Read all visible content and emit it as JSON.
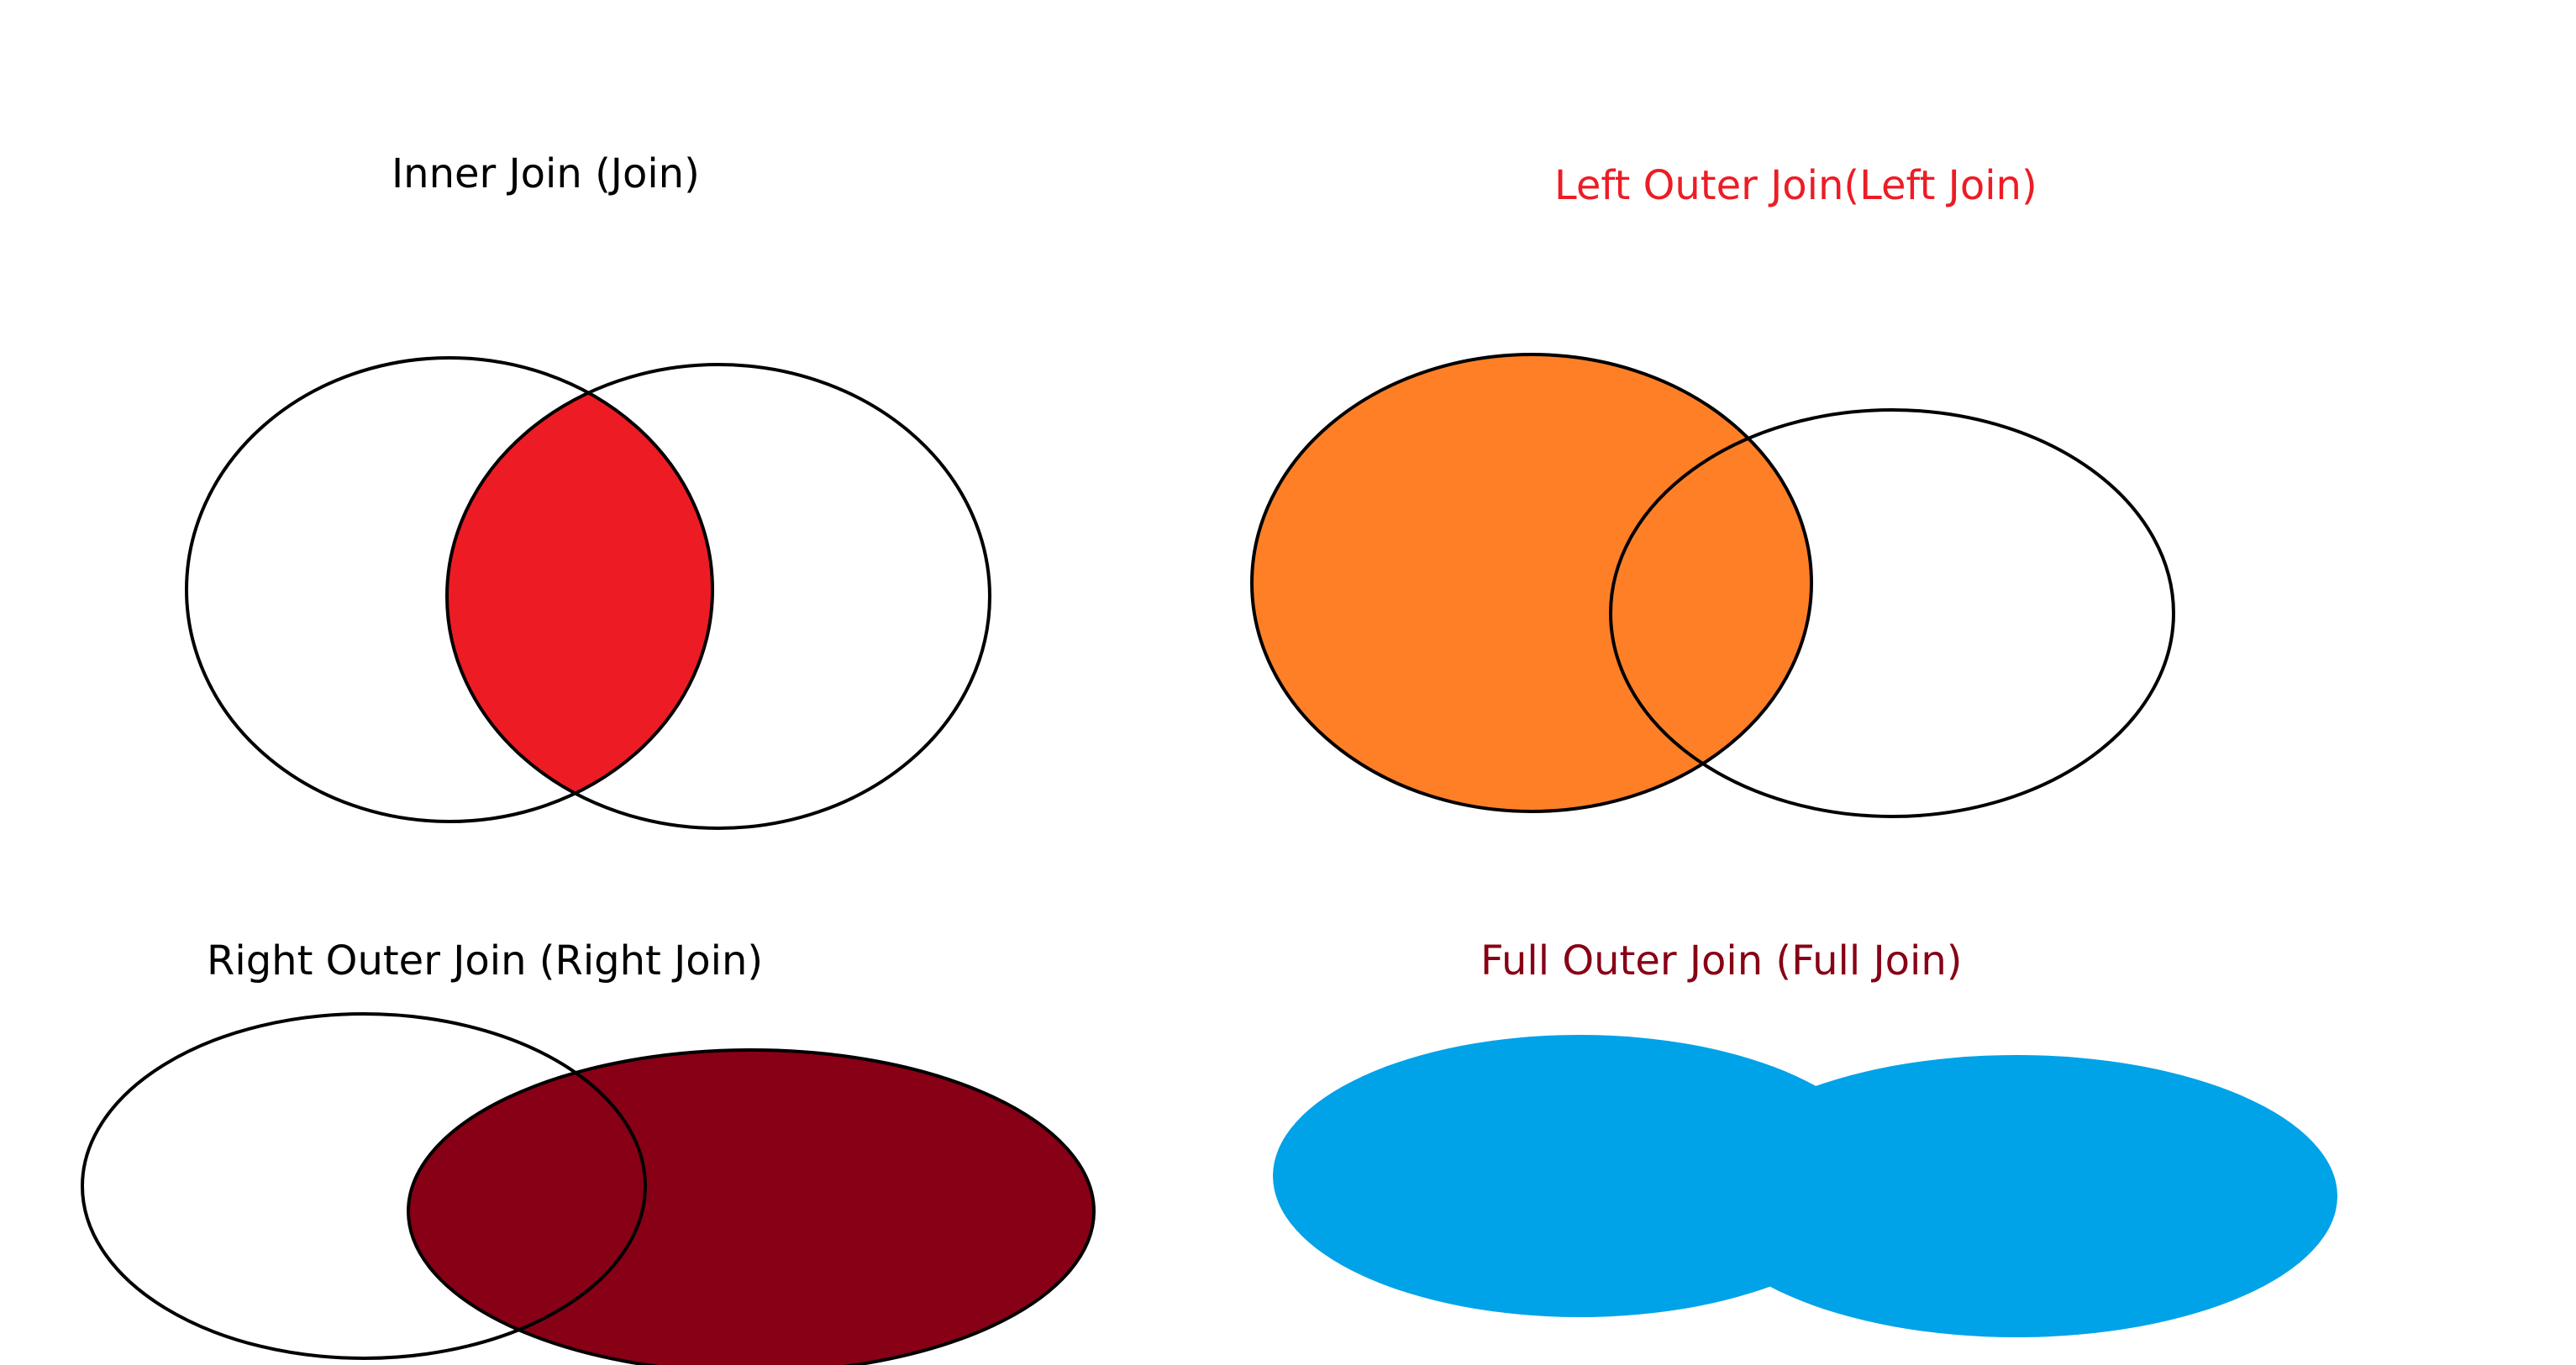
{
  "diagrams": {
    "inner_join": {
      "title": "Inner Join (Join)",
      "title_color": "#000000",
      "fill_color": "#ed1c24",
      "highlight": "intersection"
    },
    "left_outer_join": {
      "title": "Left Outer Join(Left Join)",
      "title_color": "#ed1c24",
      "fill_color": "#ff7f27",
      "highlight": "left"
    },
    "right_outer_join": {
      "title": "Right Outer Join (Right Join)",
      "title_color": "#000000",
      "fill_color": "#880015",
      "highlight": "right"
    },
    "full_outer_join": {
      "title": "Full Outer Join (Full Join)",
      "title_color": "#880015",
      "fill_color": "#00a2e8",
      "highlight": "union"
    }
  },
  "outline_color": "#000000"
}
